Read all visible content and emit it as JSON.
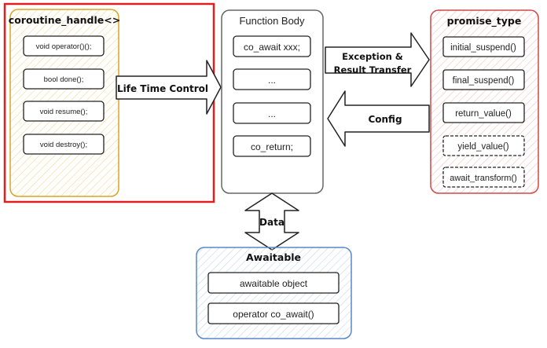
{
  "highlight_color": "#e02020",
  "coroutine_handle": {
    "title": "coroutine_handle<>",
    "accent": "#d9a520",
    "items": [
      "void operator()();",
      "bool done();",
      "void resume();",
      "void destroy();"
    ]
  },
  "function_body": {
    "title": "Function Body",
    "accent": "#666666",
    "items": [
      "co_await xxx;",
      "...",
      "...",
      "co_return;"
    ]
  },
  "promise_type": {
    "title": "promise_type",
    "accent": "#d04848",
    "items": [
      {
        "label": "initial_suspend()",
        "dashed": false
      },
      {
        "label": "final_suspend()",
        "dashed": false
      },
      {
        "label": "return_value()",
        "dashed": false
      },
      {
        "label": "yield_value()",
        "dashed": true
      },
      {
        "label": "await_transform()",
        "dashed": true
      }
    ]
  },
  "awaitable": {
    "title": "Awaitable",
    "accent": "#5a86c8",
    "items": [
      "awaitable object",
      "operator co_await()"
    ]
  },
  "arrows": {
    "life_time_control": "Life Time Control",
    "exception_line1": "Exception &",
    "exception_line2": "Result Transfer",
    "config": "Config",
    "data": "Data"
  }
}
